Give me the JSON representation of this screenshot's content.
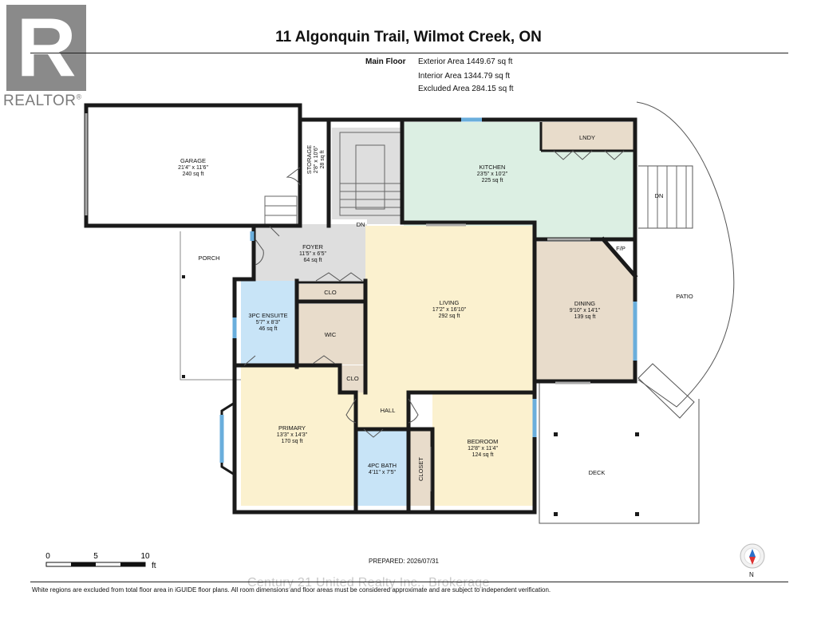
{
  "logo": {
    "letter": "R",
    "wordmark": "REALTOR",
    "mark": "®"
  },
  "title": "11 Algonquin Trail, Wilmot Creek, ON",
  "floor": {
    "name": "Main Floor",
    "exterior": "Exterior Area 1449.67 sq ft",
    "interior": "Interior Area 1344.79 sq ft",
    "excluded": "Excluded Area 284.15 sq ft"
  },
  "rooms": {
    "garage": {
      "name": "GARAGE",
      "dim": "21'4\" x 11'6\"",
      "area": "240 sq ft"
    },
    "storage": {
      "name": "STORAGE",
      "dim": "2'8\" x 10'6\"",
      "area": "28 sq ft"
    },
    "kitchen": {
      "name": "KITCHEN",
      "dim": "23'5\" x 10'2\"",
      "area": "225 sq ft"
    },
    "lndy": {
      "name": "LNDY"
    },
    "foyer": {
      "name": "FOYER",
      "dim": "11'5\" x 6'5\"",
      "area": "64 sq ft"
    },
    "porch": {
      "name": "PORCH"
    },
    "dn1": {
      "name": "DN"
    },
    "dn2": {
      "name": "DN"
    },
    "fp": {
      "name": "F/P"
    },
    "clo1": {
      "name": "CLO"
    },
    "clo2": {
      "name": "CLO"
    },
    "ensuite": {
      "name": "3PC ENSUITE",
      "dim": "5'7\" x 8'3\"",
      "area": "46 sq ft"
    },
    "wic": {
      "name": "WIC"
    },
    "living": {
      "name": "LIVING",
      "dim": "17'2\" x 16'10\"",
      "area": "292 sq ft"
    },
    "dining": {
      "name": "DINING",
      "dim": "9'10\" x 14'1\"",
      "area": "139 sq ft"
    },
    "patio": {
      "name": "PATIO"
    },
    "hall": {
      "name": "HALL"
    },
    "primary": {
      "name": "PRIMARY",
      "dim": "13'3\" x 14'3\"",
      "area": "170 sq ft"
    },
    "bath4": {
      "name": "4PC BATH",
      "dim": "4'11\" x 7'5\""
    },
    "closet": {
      "name": "CLOSET"
    },
    "bedroom": {
      "name": "BEDROOM",
      "dim": "12'8\" x 11'4\"",
      "area": "124 sq ft"
    },
    "deck": {
      "name": "DECK"
    }
  },
  "scale": {
    "t0": "0",
    "t5": "5",
    "t10": "10",
    "unit": "ft"
  },
  "prepared": "PREPARED: 2026/07/31",
  "compass": {
    "label": "N"
  },
  "watermark": "Century 21 United Realty Inc., Brokerage",
  "footer": "White regions are excluded from total floor area in iGUIDE floor plans. All room dimensions and floor areas must be considered approximate and are subject to independent verification.",
  "colors": {
    "kitchen": "#dcefe3",
    "foyer": "#dedede",
    "wood": "#e8dccb",
    "living": "#fbf1cf",
    "bath": "#c8e4f7",
    "wall": "#1a1a1a",
    "window": "#6aaedc"
  }
}
